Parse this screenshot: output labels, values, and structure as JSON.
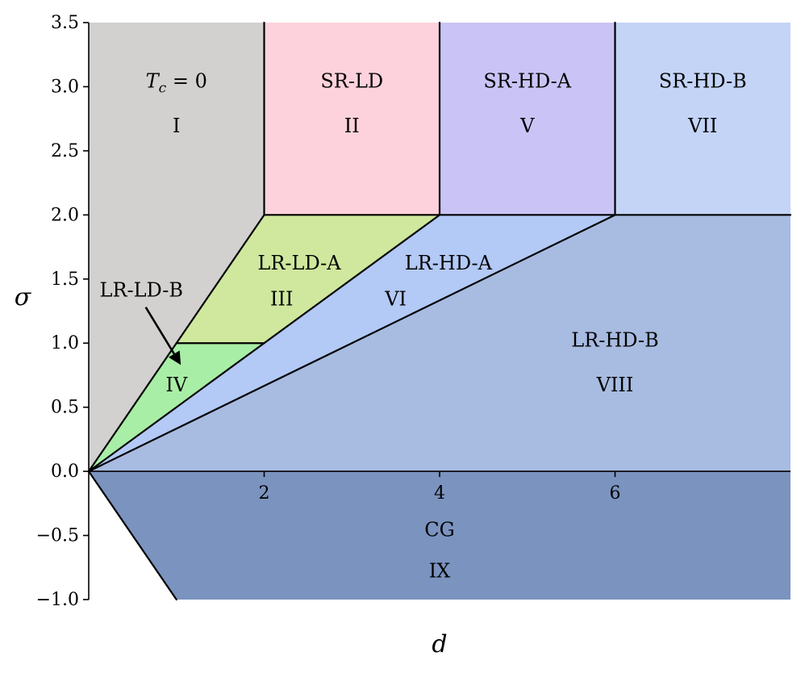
{
  "chart_data": {
    "type": "area",
    "title": "",
    "xlabel": "d",
    "ylabel": "σ",
    "xlim": [
      0,
      8
    ],
    "ylim": [
      -1.0,
      3.5
    ],
    "grid": false,
    "x_ticks": [
      {
        "value": 2,
        "label": "2"
      },
      {
        "value": 4,
        "label": "4"
      },
      {
        "value": 6,
        "label": "6"
      }
    ],
    "y_ticks": [
      {
        "value": 3.5,
        "label": "3.5"
      },
      {
        "value": 3.0,
        "label": "3.0"
      },
      {
        "value": 2.5,
        "label": "2.5"
      },
      {
        "value": 2.0,
        "label": "2.0"
      },
      {
        "value": 1.5,
        "label": "1.5"
      },
      {
        "value": 1.0,
        "label": "1.0"
      },
      {
        "value": 0.5,
        "label": "0.5"
      },
      {
        "value": 0.0,
        "label": "0.0"
      },
      {
        "value": -0.5,
        "label": "−0.5"
      },
      {
        "value": -1.0,
        "label": "−1.0"
      }
    ],
    "regions": [
      {
        "id": "I",
        "numeral": "I",
        "name": "",
        "name_math": true,
        "color": "#d3d1d0",
        "polygon": [
          [
            0,
            0
          ],
          [
            2,
            2
          ],
          [
            2,
            3.5
          ],
          [
            0,
            3.5
          ]
        ],
        "label_at": [
          1,
          3.05
        ],
        "numeral_at": [
          1,
          2.7
        ]
      },
      {
        "id": "II",
        "numeral": "II",
        "name": "SR-LD",
        "color": "#fed2dc",
        "polygon": [
          [
            2,
            2
          ],
          [
            4,
            2
          ],
          [
            4,
            3.5
          ],
          [
            2,
            3.5
          ]
        ],
        "label_at": [
          3,
          3.05
        ],
        "numeral_at": [
          3,
          2.7
        ]
      },
      {
        "id": "V",
        "numeral": "V",
        "name": "SR-HD-A",
        "color": "#cac4f6",
        "polygon": [
          [
            4,
            2
          ],
          [
            6,
            2
          ],
          [
            6,
            3.5
          ],
          [
            4,
            3.5
          ]
        ],
        "label_at": [
          5,
          3.05
        ],
        "numeral_at": [
          5,
          2.7
        ]
      },
      {
        "id": "VII",
        "numeral": "VII",
        "name": "SR-HD-B",
        "color": "#c4d4f7",
        "polygon": [
          [
            6,
            2
          ],
          [
            8,
            2
          ],
          [
            8,
            3.5
          ],
          [
            6,
            3.5
          ]
        ],
        "label_at": [
          7,
          3.05
        ],
        "numeral_at": [
          7,
          2.7
        ]
      },
      {
        "id": "III",
        "numeral": "III",
        "name": "LR-LD-A",
        "color": "#cfe89e",
        "polygon": [
          [
            1,
            1
          ],
          [
            2,
            1
          ],
          [
            4,
            2
          ],
          [
            2,
            2
          ]
        ],
        "label_at": [
          2.4,
          1.63
        ],
        "numeral_at": [
          2.2,
          1.35
        ]
      },
      {
        "id": "IV",
        "numeral": "IV",
        "name": "",
        "color": "#a8eea6",
        "polygon": [
          [
            0,
            0
          ],
          [
            1,
            1
          ],
          [
            2,
            1
          ]
        ],
        "label_at": null,
        "numeral_at": [
          1,
          0.68
        ]
      },
      {
        "id": "VI",
        "numeral": "VI",
        "name": "LR-HD-A",
        "color": "#b3c9f6",
        "polygon": [
          [
            0,
            0
          ],
          [
            2,
            1
          ],
          [
            4,
            2
          ],
          [
            6,
            2
          ]
        ],
        "label_at": [
          4.1,
          1.63
        ],
        "numeral_at": [
          3.5,
          1.35
        ]
      },
      {
        "id": "VIII",
        "numeral": "VIII",
        "name": "LR-HD-B",
        "color": "#a8bbe1",
        "polygon": [
          [
            0,
            0
          ],
          [
            6,
            2
          ],
          [
            8,
            2
          ],
          [
            8,
            0
          ]
        ],
        "label_at": [
          6,
          1.03
        ],
        "numeral_at": [
          6,
          0.68
        ]
      },
      {
        "id": "IX",
        "numeral": "IX",
        "name": "CG",
        "color": "#7b93bf",
        "polygon": [
          [
            0,
            0
          ],
          [
            8,
            0
          ],
          [
            8,
            -1
          ],
          [
            1,
            -1
          ]
        ],
        "label_at": [
          4,
          -0.45
        ],
        "numeral_at": [
          4,
          -0.77
        ]
      }
    ],
    "region_I_name": {
      "base": "T",
      "subscript": "c",
      "rest": " = 0"
    },
    "boundaries": [
      [
        [
          0,
          0
        ],
        [
          2,
          2
        ]
      ],
      [
        [
          2,
          2
        ],
        [
          2,
          3.5
        ]
      ],
      [
        [
          4,
          2
        ],
        [
          4,
          3.5
        ]
      ],
      [
        [
          6,
          2
        ],
        [
          6,
          3.5
        ]
      ],
      [
        [
          2,
          2
        ],
        [
          8,
          2
        ]
      ],
      [
        [
          1,
          1
        ],
        [
          2,
          1
        ]
      ],
      [
        [
          0,
          0
        ],
        [
          4,
          2
        ]
      ],
      [
        [
          0,
          0
        ],
        [
          6,
          2
        ]
      ],
      [
        [
          0,
          0
        ],
        [
          1,
          -1
        ]
      ]
    ],
    "annotation": {
      "text": "LR-LD-B",
      "text_at": [
        0.6,
        1.42
      ],
      "arrow_from": [
        0.65,
        1.28
      ],
      "arrow_to": [
        1.05,
        0.83
      ]
    }
  }
}
